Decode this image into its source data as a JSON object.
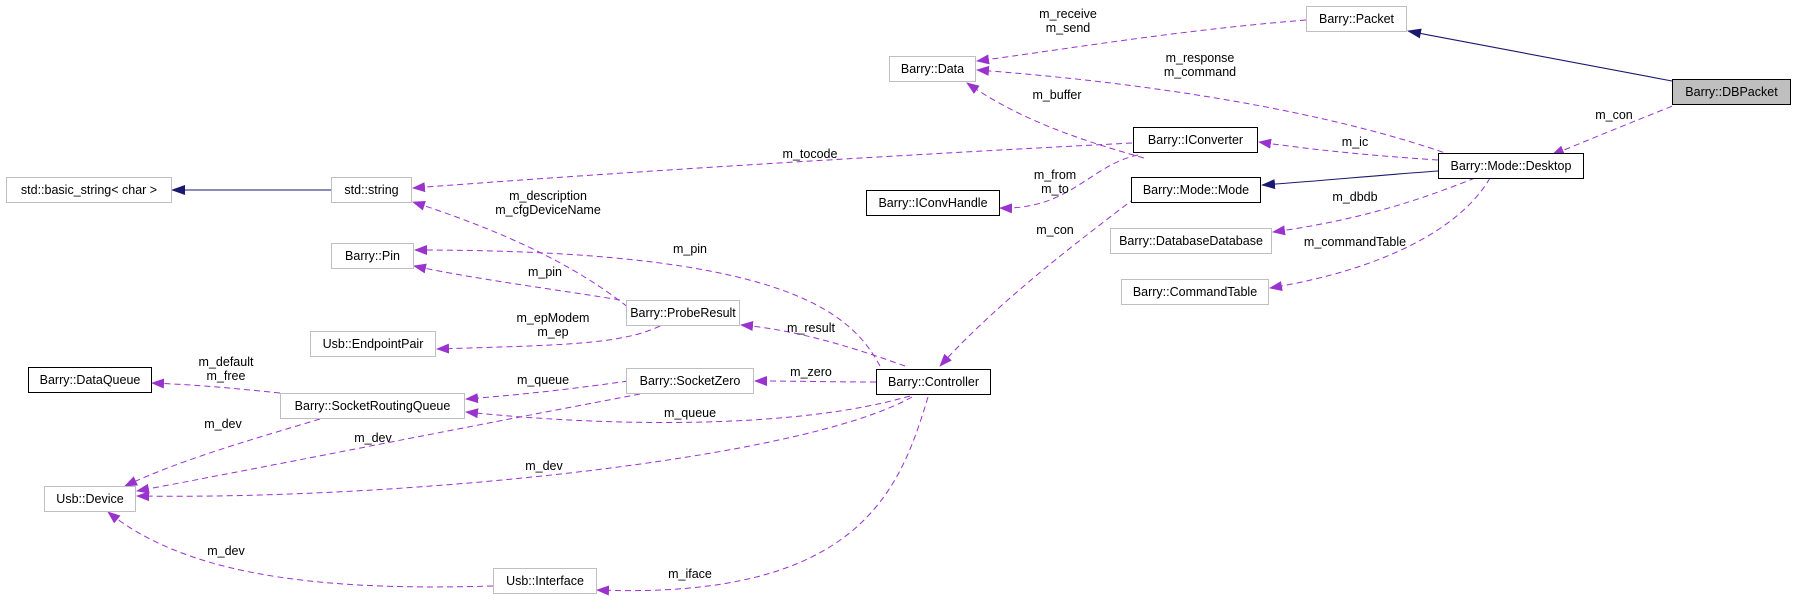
{
  "nodes": {
    "dbpacket": "Barry::DBPacket",
    "packet": "Barry::Packet",
    "data": "Barry::Data",
    "desktop": "Barry::Mode::Desktop",
    "iconverter": "Barry::IConverter",
    "mode": "Barry::Mode::Mode",
    "iconvhandle": "Barry::IConvHandle",
    "dbdb": "Barry::DatabaseDatabase",
    "cmdtable": "Barry::CommandTable",
    "basic_string": "std::basic_string< char >",
    "string": "std::string",
    "pin": "Barry::Pin",
    "probe": "Barry::ProbeResult",
    "endpoint": "Usb::EndpointPair",
    "dataqueue": "Barry::DataQueue",
    "routing": "Barry::SocketRoutingQueue",
    "socketzero": "Barry::SocketZero",
    "controller": "Barry::Controller",
    "device": "Usb::Device",
    "iface": "Usb::Interface"
  },
  "edges": {
    "m_receive": "m_receive",
    "m_send": "m_send",
    "m_response": "m_response",
    "m_command": "m_command",
    "m_buffer": "m_buffer",
    "m_con_db": "m_con",
    "m_ic": "m_ic",
    "m_tocode": "m_tocode",
    "m_from": "m_from",
    "m_to": "m_to",
    "m_dbdb": "m_dbdb",
    "m_commandTable": "m_commandTable",
    "m_con_mode": "m_con",
    "m_description": "m_description",
    "m_cfgDeviceName": "m_cfgDeviceName",
    "m_pin_ctrl": "m_pin",
    "m_pin_probe": "m_pin",
    "m_epModem": "m_epModem",
    "m_ep": "m_ep",
    "m_result": "m_result",
    "m_default": "m_default",
    "m_free": "m_free",
    "m_queue_zero": "m_queue",
    "m_zero": "m_zero",
    "m_queue_ctrl": "m_queue",
    "m_dev_routing": "m_dev",
    "m_dev_zero": "m_dev",
    "m_dev_ctrl": "m_dev",
    "m_dev_iface": "m_dev",
    "m_iface": "m_iface"
  },
  "colors": {
    "inheritance": "#191970",
    "usage": "#9a32cd",
    "node_border_gray": "#bfbfbf",
    "node_border_black": "#000000",
    "active_fill": "#bfbfbf"
  }
}
